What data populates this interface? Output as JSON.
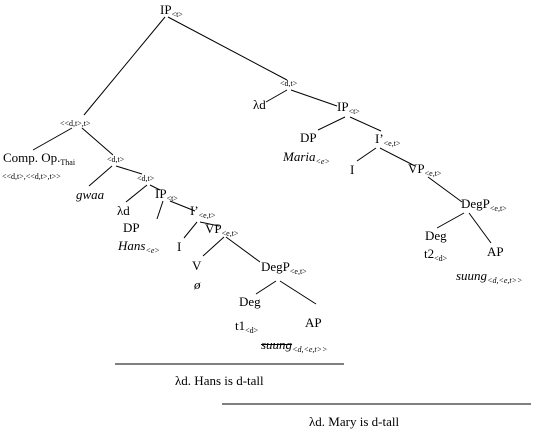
{
  "tree": {
    "ip_root": {
      "head": "IP",
      "sub": "<t>"
    },
    "dt_top": "<d,t>",
    "lambda_right": "λd",
    "ip_right": {
      "head": "IP",
      "sub": "<t>"
    },
    "dp_right": "DP",
    "maria": {
      "head": "Maria",
      "sub": "<e>"
    },
    "ibar_right": {
      "head": "I’",
      "sub": "<e,t>"
    },
    "i_right": "I",
    "vp_right": {
      "head": "VP",
      "sub": "<e,t>"
    },
    "degp_right": {
      "head": "DegP",
      "sub": "<e,t>"
    },
    "deg_right": "Deg",
    "t2": {
      "head": "t",
      "index": "2",
      "sub": "<d>"
    },
    "ap_right": "AP",
    "suung_right": {
      "head": "suung",
      "sub": "<d,<e,t>>"
    },
    "type_ddtt": "<<d,t>,t>",
    "comp_op": {
      "head": "Comp. Op.",
      "sub": "Thai"
    },
    "comp_op_type": "<<d,t>,<<d,t>,t>>",
    "dt_left": "<d,t>",
    "gwaa": "gwaa",
    "dt_inner": "<d,t>",
    "lambda_left": "λd",
    "ip_left": {
      "head": "IP",
      "sub": "<t>"
    },
    "dp_left": "DP",
    "hans": {
      "head": "Hans",
      "sub": "<e>"
    },
    "ibar_left": {
      "head": "I’",
      "sub": "<e,t>"
    },
    "i_left": "I",
    "vp_left": {
      "head": "VP",
      "sub": "<e,t>"
    },
    "v_left": "V",
    "empty_set": "ø",
    "degp_left": {
      "head": "DegP",
      "sub": "<e,t>"
    },
    "deg_left": "Deg",
    "t1": {
      "head": "t",
      "index": "1",
      "sub": "<d>"
    },
    "ap_left": "AP",
    "suung_left": {
      "head": "suung",
      "sub": "<d,<e,t>>"
    }
  },
  "annotations": {
    "hans_meaning": "λd. Hans is d-tall",
    "mary_meaning": "λd. Mary is d-tall"
  }
}
